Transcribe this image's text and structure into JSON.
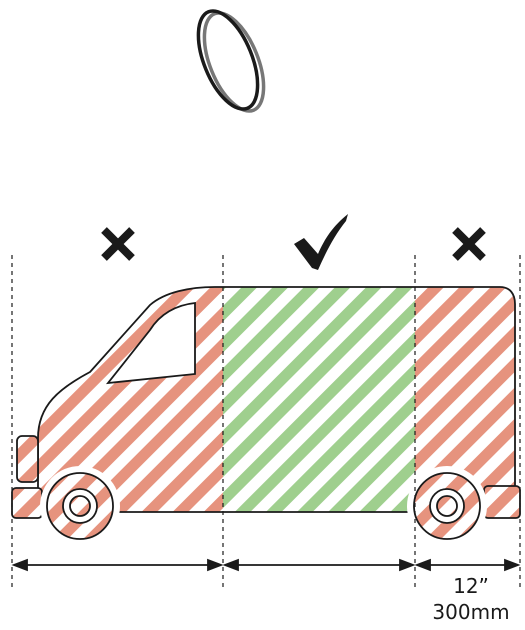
{
  "zones": [
    {
      "id": "cab",
      "mark": "cross",
      "status": "excluded",
      "color": "#e6937e"
    },
    {
      "id": "middle",
      "mark": "check",
      "status": "allowed",
      "color": "#9fcf8e"
    },
    {
      "id": "rear",
      "mark": "cross",
      "status": "excluded",
      "color": "#e6937e"
    }
  ],
  "rear_dimension": {
    "imperial": "12”",
    "metric": "300mm"
  },
  "colors": {
    "outline": "#1a1a1a",
    "ring_secondary": "#777777",
    "excluded_stripe": "#e6937e",
    "allowed_stripe": "#9fcf8e"
  },
  "icons": [
    "ring-icon",
    "cross-icon",
    "check-icon",
    "cross-icon"
  ]
}
